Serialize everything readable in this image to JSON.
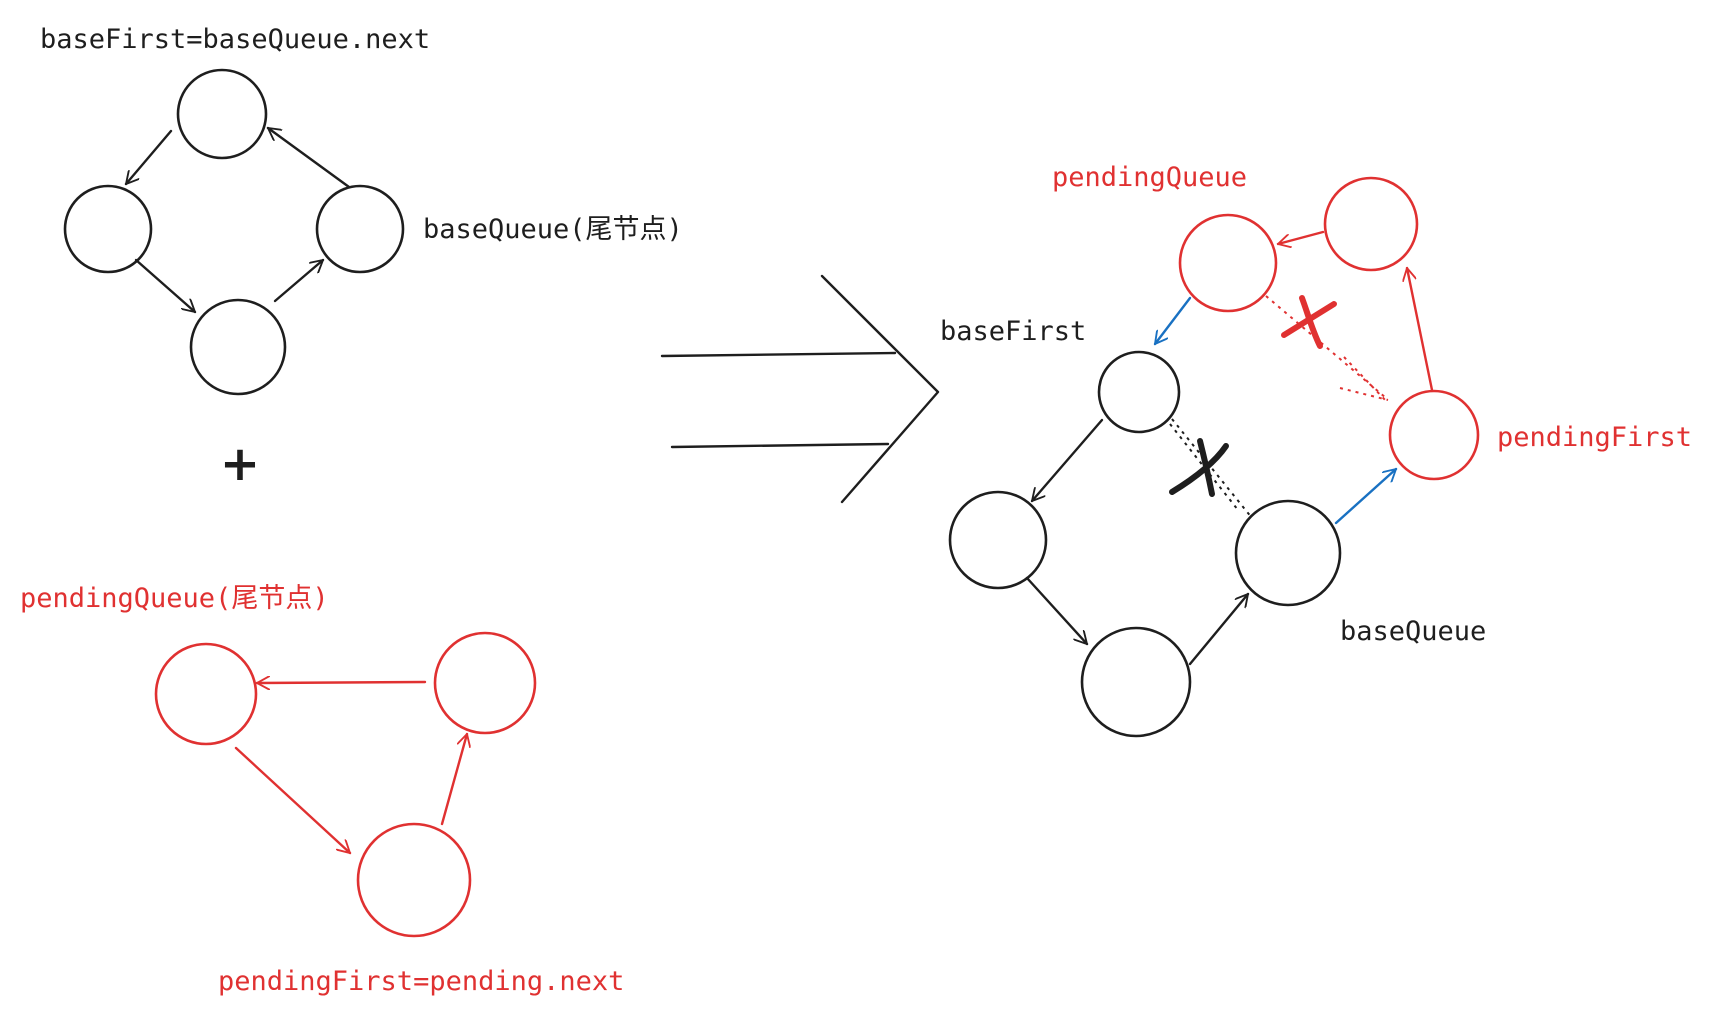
{
  "left": {
    "base_first_label": "baseFirst=baseQueue.next",
    "base_queue_label": "baseQueue(尾节点)",
    "plus": "+",
    "pending_queue_label": "pendingQueue(尾节点)",
    "pending_first_label": "pendingFirst=pending.next"
  },
  "right": {
    "pending_queue_label": "pendingQueue",
    "base_first_label": "baseFirst",
    "pending_first_label": "pendingFirst",
    "base_queue_label": "baseQueue"
  },
  "colors": {
    "black": "#1e1e1e",
    "red": "#e03131",
    "blue": "#1971c2"
  }
}
